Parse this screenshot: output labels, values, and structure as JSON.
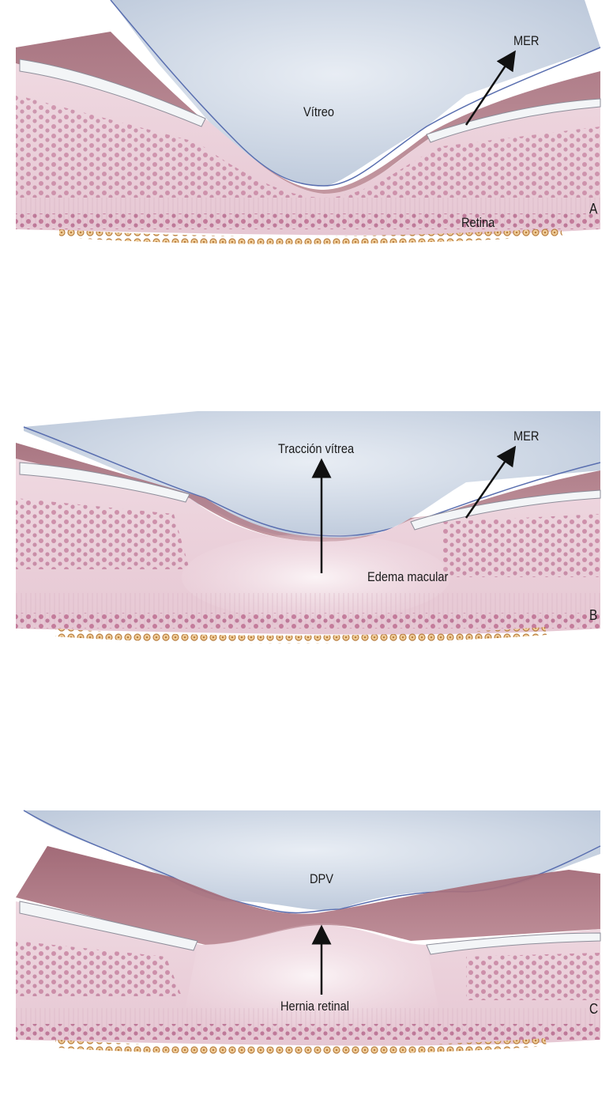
{
  "colors": {
    "vitreous": "#c9d3e0",
    "vitreous_edge": "#5a6fb0",
    "hyaloid": "#a8707a",
    "retina": "#ecd3dc",
    "nuclei": "#a8406e",
    "rpe": "#e2b47c",
    "membrane": "#f2f4f6"
  },
  "panels": [
    {
      "letter": "A",
      "labels": {
        "vitreous": "Vítreo",
        "erm": "MER",
        "retina": "Retina"
      }
    },
    {
      "letter": "B",
      "labels": {
        "traction": "Tracción vítrea",
        "erm": "MER",
        "edema": "Edema macular"
      }
    },
    {
      "letter": "C",
      "labels": {
        "pvd": "DPV",
        "hernia": "Hernia retinal"
      }
    }
  ]
}
